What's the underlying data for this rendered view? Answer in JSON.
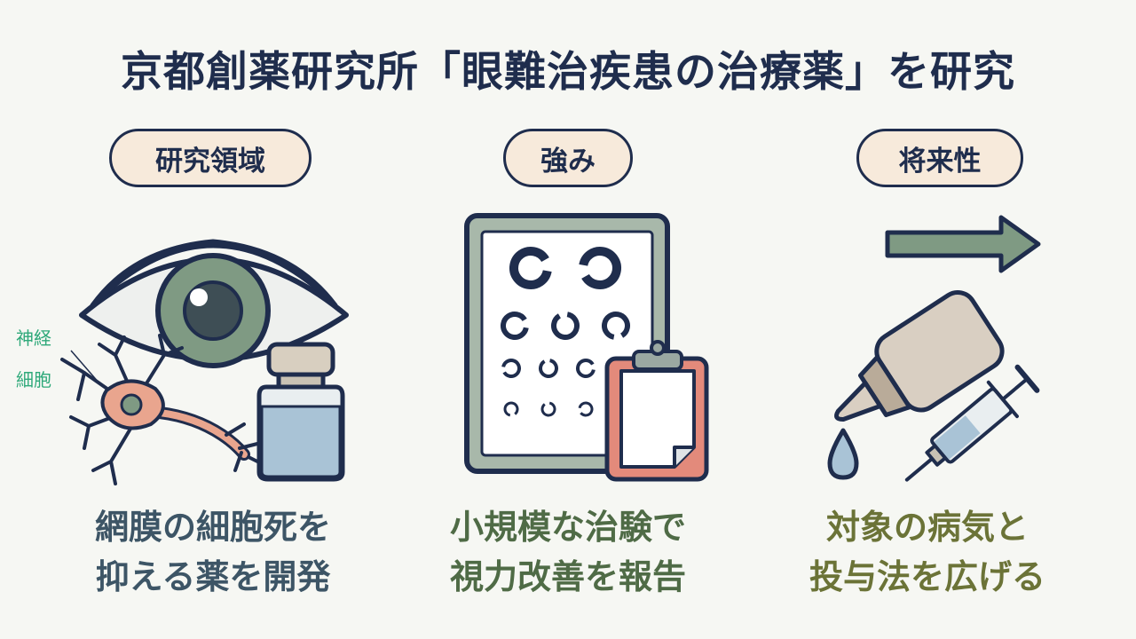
{
  "title": "京都創薬研究所「眼難治疾患の治療薬」を研究",
  "columns": [
    {
      "label": "研究領域",
      "caption_lines": [
        "網膜の細胞死を",
        "抑える薬を開発"
      ],
      "caption_color": "#3d5566",
      "annotation": [
        "神経",
        "細胞"
      ],
      "annotation_color": "#2fa97a"
    },
    {
      "label": "強み",
      "caption_lines": [
        "小規模な治験で",
        "視力改善を報告"
      ],
      "caption_color": "#4f6b46"
    },
    {
      "label": "将来性",
      "caption_lines": [
        "対象の病気と",
        "投与法を広げる"
      ],
      "caption_color": "#6b7337"
    }
  ],
  "icons": [
    "eye-icon",
    "neuron-icon",
    "vial-icon",
    "eye-chart-icon",
    "clipboard-icon",
    "arrow-right-icon",
    "eye-drop-bottle-icon",
    "drop-icon",
    "syringe-icon"
  ],
  "colors": {
    "navy": "#1f2d4d",
    "sage": "#7f9a83",
    "pill_bg": "#f7eadb",
    "neuron": "#e9a58e",
    "coral": "#e38a7b"
  }
}
